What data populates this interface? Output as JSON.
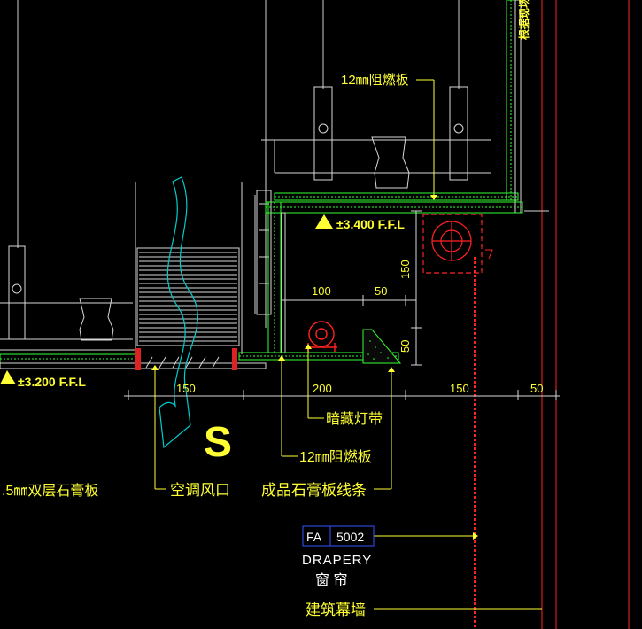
{
  "labels": {
    "board_12mm_top": "12㎜阻燃板",
    "elev_3400": "±3.400 F.F.L",
    "elev_3200": "±3.200 F.F.L",
    "dim_150_vertical": "150",
    "dim_50_vertical": "50",
    "dim_100": "100",
    "dim_50_top": "50",
    "dim_150_a": "150",
    "dim_200": "200",
    "dim_150_b": "150",
    "dim_50_b": "50",
    "hidden_light": "暗藏灯带",
    "board_12mm_bottom": "12㎜阻燃板",
    "gypsum_double": ".5㎜双层石膏板",
    "ac_vent": "空调风口",
    "gypsum_line": "成品石膏板线条",
    "supply_symbol": "S",
    "tag_prefix": "FA",
    "tag_code": "5002",
    "drapery_en": "DRAPERY",
    "drapery_cn": "窗 帘",
    "curtain_wall": "建筑幕墙",
    "vertical_note": "根据现场"
  },
  "colors": {
    "line_white": "#d8d8d8",
    "line_green": "#33ff33",
    "line_cyan": "#00cccc",
    "line_red": "#ff2222",
    "text_yellow": "#ffff33",
    "tag_blue": "#3355ff"
  }
}
